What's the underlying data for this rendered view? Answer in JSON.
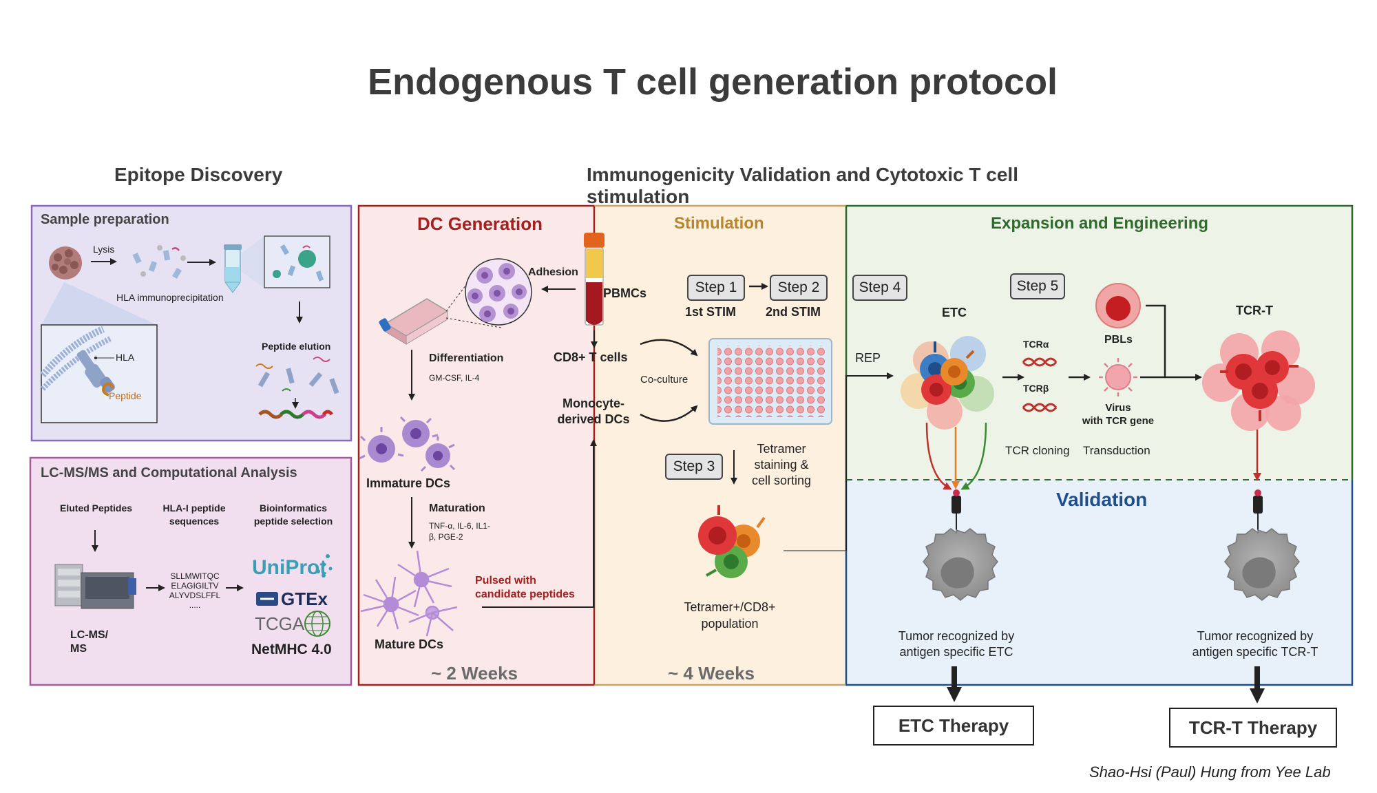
{
  "title": "Endogenous T cell generation protocol",
  "sections": {
    "epitope_discovery": "Epitope Discovery",
    "immunogenicity": "Immunogenicity Validation and Cytotoxic T cell stimulation"
  },
  "sample_prep": {
    "title": "Sample preparation",
    "lysis": "Lysis",
    "hla_ip": "HLA immunoprecipitation",
    "hla": "HLA",
    "peptide": "Peptide",
    "peptide_elution": "Peptide elution"
  },
  "lcms": {
    "title": "LC-MS/MS and Computational Analysis",
    "eluted": "Eluted Peptides",
    "hla1_line1": "HLA-I peptide",
    "hla1_line2": "sequences",
    "bio_line1": "Bioinformatics",
    "bio_line2": "peptide selection",
    "seqs": [
      "SLLMWITQC",
      "ELAGIGILTV",
      "ALYVDSLFFL",
      "....."
    ],
    "instrument_line1": "LC-MS/",
    "instrument_line2": "MS",
    "uniprot": "UniProt",
    "gtex": "GTEx",
    "tcga": "TCGA",
    "netmhc": "NetMHC 4.0"
  },
  "dc": {
    "title": "DC Generation",
    "adhesion": "Adhesion",
    "differentiation": "Differentiation",
    "diff_factors": "GM-CSF, IL-4",
    "immature": "Immature DCs",
    "maturation": "Maturation",
    "mat_line1": "TNF-α, IL-6, IL1-",
    "mat_line2": "β, PGE-2",
    "mature": "Mature DCs",
    "pulsed_line1": "Pulsed with",
    "pulsed_line2": "candidate peptides",
    "duration": "~ 2 Weeks"
  },
  "stim": {
    "title": "Stimulation",
    "pbmcs": "PBMCs",
    "cd8": "CD8+ T cells",
    "moDC_line1": "Monocyte-",
    "moDC_line2": "derived DCs",
    "coculture": "Co-culture",
    "step1": "Step 1",
    "step1_sub": "1st STIM",
    "step2": "Step 2",
    "step2_sub": "2nd STIM",
    "step3": "Step 3",
    "tet_line1": "Tetramer",
    "tet_line2": "staining &",
    "tet_line3": "cell sorting",
    "pop_line1": "Tetramer+/CD8+",
    "pop_line2": "population",
    "duration": "~ 4 Weeks"
  },
  "expansion": {
    "title": "Expansion and Engineering",
    "step4": "Step 4",
    "step5": "Step 5",
    "etc": "ETC",
    "rep": "REP",
    "tcra": "TCRα",
    "tcrb": "TCRβ",
    "pbls": "PBLs",
    "virus_line1": "Virus",
    "virus_line2": "with TCR gene",
    "tcr_cloning": "TCR cloning",
    "transduction": "Transduction",
    "tcrt": "TCR-T"
  },
  "validation": {
    "title": "Validation",
    "etc_line1": "Tumor recognized by",
    "etc_line2": "antigen specific ETC",
    "tcrt_line1": "Tumor recognized by",
    "tcrt_line2": "antigen specific TCR-T"
  },
  "therapy": {
    "etc": "ETC Therapy",
    "tcrt": "TCR-T Therapy"
  },
  "credit": "Shao-Hsi (Paul) Hung from Yee Lab",
  "colors": {
    "dc_title": "#a3201f",
    "stim_title": "#b8862a",
    "exp_title": "#2f6b2c",
    "val_title": "#1f4f8a",
    "pulsed": "#a3201f",
    "sample_border": "#8a6bb5",
    "lcms_border": "#a35a9a"
  }
}
